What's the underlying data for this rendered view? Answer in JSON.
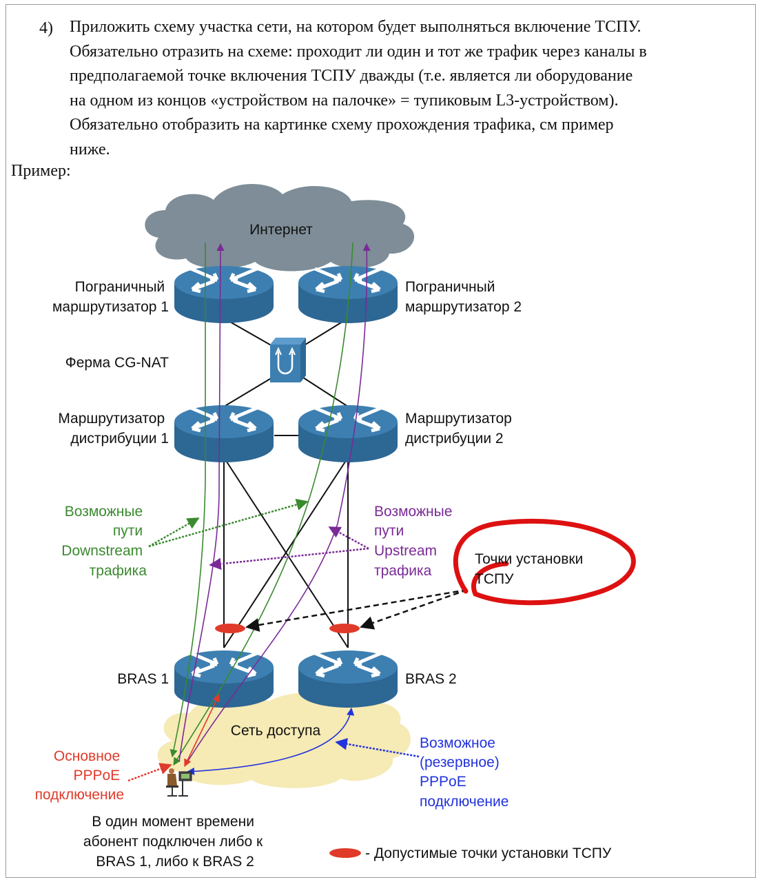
{
  "item": {
    "number": "4)",
    "lines": [
      "Приложить схему участка сети, на котором будет выполняться включение ТСПУ.",
      "Обязательно отразить на схеме: проходит ли один и тот же трафик через каналы в",
      "предполагаемой точке включения ТСПУ дважды (т.е. является ли оборудование",
      "на одном из концов «устройством на палочке» = тупиковым L3-устройством).",
      "Обязательно отобразить на картинке схему прохождения трафика, см пример",
      "ниже."
    ]
  },
  "example_label": "Пример:",
  "diagram": {
    "internet": "Интернет",
    "border_router_1": [
      "Пограничный",
      "маршрутизатор 1"
    ],
    "border_router_2": [
      "Пограничный",
      "маршрутизатор 2"
    ],
    "cgnat": "Ферма CG-NAT",
    "dist_router_1": [
      "Маршрутизатор",
      "дистрибуции 1"
    ],
    "dist_router_2": [
      "Маршрутизатор",
      "дистрибуции 2"
    ],
    "downstream": [
      "Возможные",
      "пути",
      "Downstream",
      "трафика"
    ],
    "upstream": [
      "Возможные",
      "пути",
      "Upstream",
      "трафика"
    ],
    "tspu_points": [
      "Точки установки",
      "ТСПУ"
    ],
    "bras_1": "BRAS 1",
    "bras_2": "BRAS 2",
    "access_network": "Сеть доступа",
    "main_pppoe": [
      "Основное",
      "PPPoE",
      "подключение"
    ],
    "backup_pppoe": [
      "Возможное",
      "(резервное)",
      "PPPoE",
      "подключение"
    ],
    "moment_note": [
      "В один момент времени",
      "абонент подключен либо к",
      "BRAS 1, либо к BRAS 2"
    ],
    "legend": "-  Допустимые точки установки ТСПУ",
    "colors": {
      "downstream": "#3a8a2e",
      "upstream": "#7a2a96",
      "main": "#e03a2a",
      "backup": "#2233dd",
      "router_top": "#3e7fb1",
      "router_side": "#2d6794",
      "cloud_internet": "#7e8d97",
      "cloud_access": "#f6eab5",
      "freehand_circle": "#dd1111"
    }
  }
}
